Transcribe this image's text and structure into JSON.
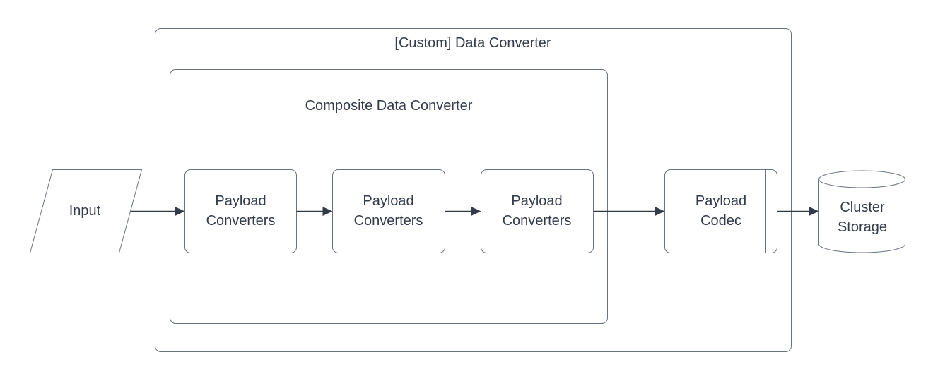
{
  "colors": {
    "background": "#ffffff",
    "shape_stroke": "#6b7380",
    "text": "#333b4a",
    "arrow": "#333b4a"
  },
  "diagram": {
    "type": "flowchart",
    "outer_group": {
      "title": "[Custom] Data Converter"
    },
    "inner_group": {
      "title": "Composite Data Converter"
    },
    "nodes": {
      "input": {
        "label": "Input",
        "shape": "parallelogram"
      },
      "payload_converters_1": {
        "label": "Payload Converters",
        "shape": "rounded-rectangle"
      },
      "payload_converters_2": {
        "label": "Payload Converters",
        "shape": "rounded-rectangle"
      },
      "payload_converters_3": {
        "label": "Payload Converters",
        "shape": "rounded-rectangle"
      },
      "payload_codec": {
        "label": "Payload Codec",
        "shape": "predefined-process"
      },
      "cluster_storage": {
        "label": "Cluster Storage",
        "shape": "cylinder"
      }
    },
    "edges": [
      {
        "from": "input",
        "to": "payload_converters_1"
      },
      {
        "from": "payload_converters_1",
        "to": "payload_converters_2"
      },
      {
        "from": "payload_converters_2",
        "to": "payload_converters_3"
      },
      {
        "from": "payload_converters_3",
        "to": "payload_codec"
      },
      {
        "from": "payload_codec",
        "to": "cluster_storage"
      }
    ]
  }
}
